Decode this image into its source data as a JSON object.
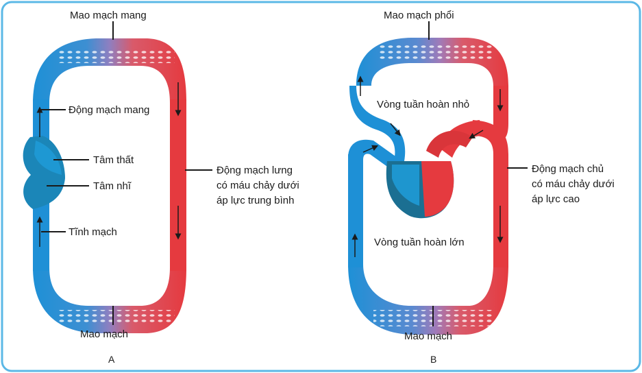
{
  "diagram_a": {
    "caption": "A",
    "labels": {
      "gill_capillaries": "Mao mạch mang",
      "gill_artery": "Động mạch mang",
      "ventricle": "Tâm thất",
      "atrium": "Tâm nhĩ",
      "vein": "Tĩnh mạch",
      "capillaries": "Mao mạch",
      "dorsal_artery_line1": "Động mạch lưng",
      "dorsal_artery_line2": "có máu chảy dưới",
      "dorsal_artery_line3": "áp lực trung bình"
    }
  },
  "diagram_b": {
    "caption": "B",
    "labels": {
      "lung_capillaries": "Mao mạch phổi",
      "pulmonary_circuit": "Vòng tuần hoàn nhỏ",
      "systemic_circuit": "Vòng tuần hoàn lớn",
      "capillaries": "Mao mạch",
      "aorta_line1": "Động mạch chủ",
      "aorta_line2": "có máu chảy dưới",
      "aorta_line3": "áp lực cao"
    }
  },
  "colors": {
    "frame": "#5bb8e6",
    "oxygen_poor": "#1e90d6",
    "oxygen_rich": "#e53a3f",
    "heart_dark": "#1a6e8e",
    "mix": "#8f7fc0"
  }
}
